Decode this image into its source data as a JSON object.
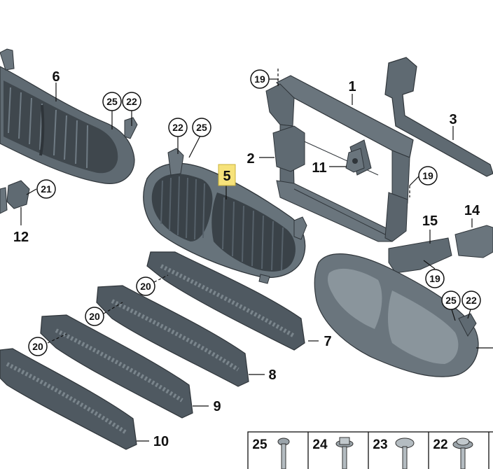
{
  "diagram": {
    "highlight_color": "#f6e27a",
    "part_color": "#5f6a72",
    "part_dark": "#3f474d",
    "grille_color": "#4a5560",
    "callouts": {
      "p1": "1",
      "p2": "2",
      "p3": "3",
      "p5": "5",
      "p6": "6",
      "p7": "7",
      "p8": "8",
      "p9": "9",
      "p10": "10",
      "p11": "11",
      "p12": "12",
      "p14": "14",
      "p15": "15"
    },
    "circled": {
      "c25a": "25",
      "c22a": "22",
      "c22b": "22",
      "c25b": "25",
      "c21": "21",
      "c19a": "19",
      "c19b": "19",
      "c19c": "19",
      "c20a": "20",
      "c20b": "20",
      "c20c": "20",
      "c25c": "25",
      "c22c": "22"
    },
    "fastener_table": [
      "25",
      "24",
      "23",
      "22"
    ]
  }
}
